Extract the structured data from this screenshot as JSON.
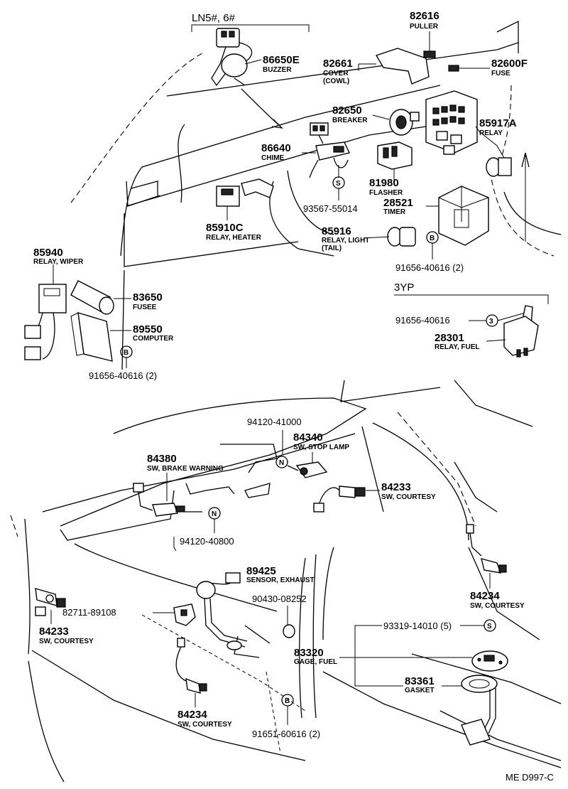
{
  "groups": {
    "ln5": "LN5#, 6#",
    "yp3": "3YP"
  },
  "parts": [
    {
      "id": "86650E",
      "name": "BUZZER"
    },
    {
      "id": "82661",
      "name": "COVER",
      "name2": "(COWL)"
    },
    {
      "id": "82616",
      "name": "PULLER"
    },
    {
      "id": "82600F",
      "name": "FUSE"
    },
    {
      "id": "82650",
      "name": "BREAKER"
    },
    {
      "id": "85917A",
      "name": "RELAY"
    },
    {
      "id": "86640",
      "name": "CHIME"
    },
    {
      "id": "81980",
      "name": "FLASHER"
    },
    {
      "id": "28521",
      "name": "TIMER"
    },
    {
      "id": "85910C",
      "name": "RELAY, HEATER"
    },
    {
      "id": "85916",
      "name": "RELAY, LIGHT",
      "name2": "(TAIL)"
    },
    {
      "id": "85940",
      "name": "RELAY, WIPER"
    },
    {
      "id": "83650",
      "name": "FUSEE"
    },
    {
      "id": "89550",
      "name": "COMPUTER"
    },
    {
      "id": "28301",
      "name": "RELAY, FUEL"
    },
    {
      "id": "84340",
      "name": "SW, STOP LAMP"
    },
    {
      "id": "84380",
      "name": "SW, BRAKE WARNING"
    },
    {
      "id": "84233",
      "name": "SW, COURTESY"
    },
    {
      "id": "89425",
      "name": "SENSOR, EXHAUST"
    },
    {
      "id": "84234",
      "name": "SW, COURTESY"
    },
    {
      "id": "84233",
      "name": "SW, COURTESY"
    },
    {
      "id": "83320",
      "name": "GAGE, FUEL"
    },
    {
      "id": "83361",
      "name": "GASKET"
    },
    {
      "id": "84234",
      "name": "SW, COURTESY"
    }
  ],
  "refs": [
    "93567-55014",
    "91656-40616 (2)",
    "91656-40616",
    "91656-40616 (2)",
    "94120-41000",
    "94120-40800",
    "90430-08252",
    "82711-89108",
    "93319-14010 (5)",
    "91651-60616 (2)"
  ],
  "symbols": {
    "s": "S",
    "b": "B",
    "three": "3",
    "n": "N"
  },
  "footer": "ME D997-C"
}
